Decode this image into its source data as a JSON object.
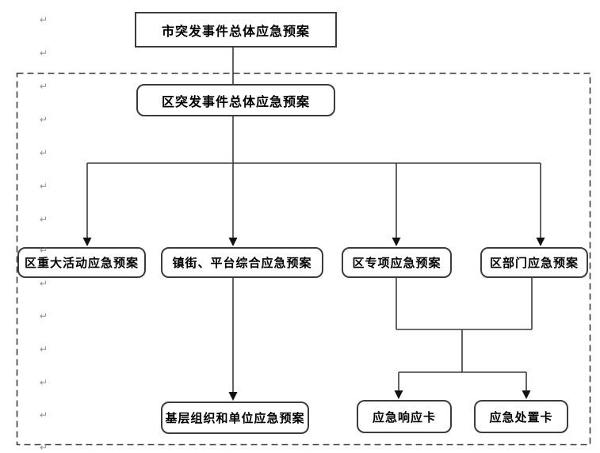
{
  "paragraph_mark": "↵",
  "colors": {
    "line": "#3c3c3c",
    "box_border": "#3c3c3c",
    "dashed_border": "#4a4a4a",
    "text": "#000000",
    "background": "#ffffff",
    "paragraph_mark": "#8f8f8f"
  },
  "diagram": {
    "type": "flowchart",
    "nodes": {
      "city": "市突发事件总体应急预案",
      "district": "区突发事件总体应急预案",
      "major_activity": "区重大活动应急预案",
      "town_street": "镇街、平台综合应急预案",
      "special": "区专项应急预案",
      "department": "区部门应急预案",
      "grassroots": "基层组织和单位应急预案",
      "response_card": "应急响应卡",
      "disposal_card": "应急处置卡"
    }
  }
}
